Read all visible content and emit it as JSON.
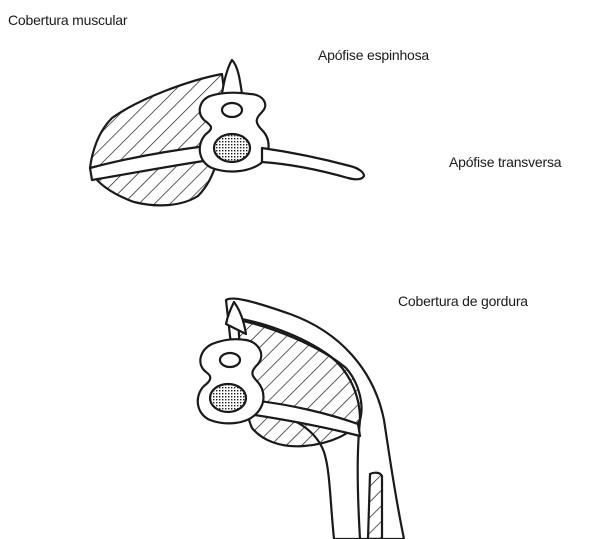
{
  "labels": {
    "muscle_cover": "Cobertura muscular",
    "spinous_process": "Apófise espinhosa",
    "transverse_process": "Apófise transversa",
    "fat_cover": "Cobertura de gordura"
  },
  "colors": {
    "ink": "#1a1a1a",
    "background": "#ffffff"
  }
}
